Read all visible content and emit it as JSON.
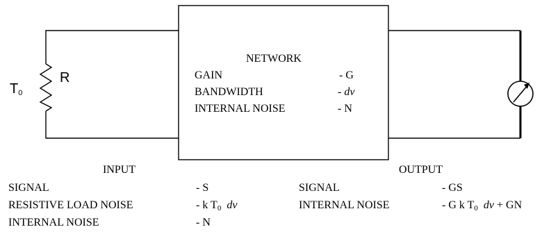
{
  "input_source": {
    "temperature_symbol": "T",
    "temperature_subscript": "0",
    "resistor_label": "R"
  },
  "network": {
    "title": "NETWORK",
    "rows": [
      {
        "label": "GAIN",
        "value": "- G"
      },
      {
        "label": "BANDWIDTH",
        "value_prefix": "- ",
        "value_italic": "dv"
      },
      {
        "label": "INTERNAL NOISE",
        "value": "- N"
      }
    ]
  },
  "input_side": {
    "heading": "INPUT",
    "rows": [
      {
        "label": "SIGNAL",
        "value": "- S"
      },
      {
        "label": "RESISTIVE LOAD NOISE",
        "value_a": "- k T",
        "value_sub": "0",
        "value_italic": "dv"
      },
      {
        "label": "INTERNAL NOISE",
        "value": "- N"
      }
    ]
  },
  "output_side": {
    "heading": "OUTPUT",
    "rows": [
      {
        "label": "SIGNAL",
        "value": "- GS"
      },
      {
        "label": "INTERNAL NOISE",
        "value_a": "- G k T",
        "value_sub": "0",
        "value_italic": "dv",
        "value_b": " + GN"
      }
    ]
  }
}
